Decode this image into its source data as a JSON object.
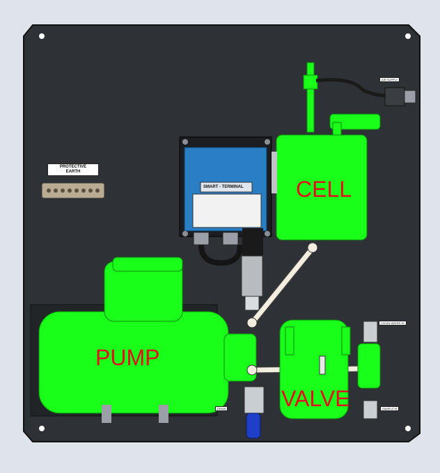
{
  "labels": {
    "cell": "CELL",
    "pump": "PUMP",
    "valve": "VALVE",
    "protective_earth_line1": "PROTECTIVE",
    "protective_earth_line2": "EARTH",
    "smart_terminal": "SMART - TERMINAL",
    "air_supply": "AIR SUPPLY",
    "clean_water_in": "CLEAN WATER IN",
    "drain": "DRAIN",
    "sample_in": "SAMPLE IN"
  },
  "colors": {
    "panel": "#2e3236",
    "component": "#19ff19",
    "terminal_box": "#2a7fc4",
    "label_text": "#e0101c",
    "background": "#dfe3ea",
    "pipe": "#f3eee0"
  }
}
